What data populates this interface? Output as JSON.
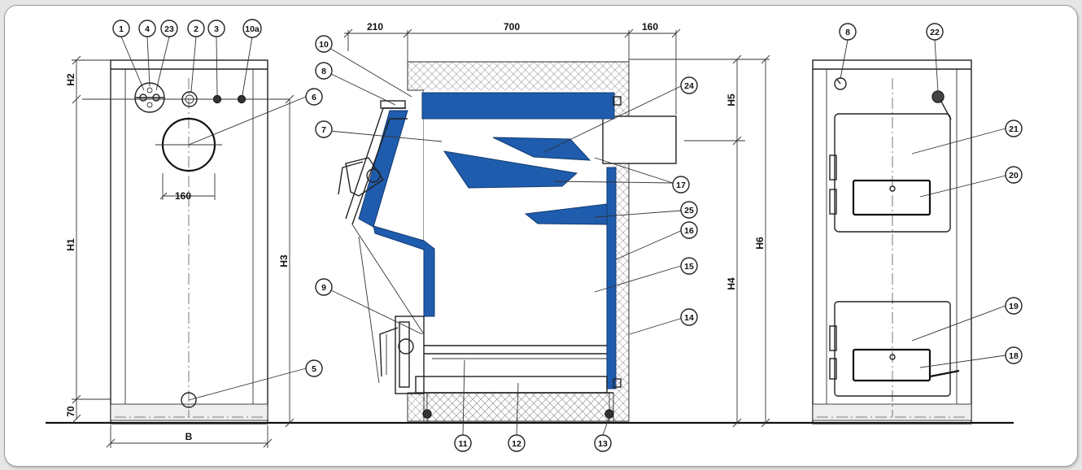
{
  "colors": {
    "accent_blue": "#1f5cad",
    "insulation_hatch": "#999999",
    "frame_border": "#9a9a9a"
  },
  "dimensions": {
    "d210": "210",
    "d700": "700",
    "d160_top": "160",
    "d160_flue": "160",
    "h1": "H1",
    "h2": "H2",
    "h3": "H3",
    "h4": "H4",
    "h5": "H5",
    "h6": "H6",
    "b": "B",
    "d70": "70"
  },
  "callouts": {
    "c1": "1",
    "c4": "4",
    "c23": "23",
    "c2": "2",
    "c3": "3",
    "c10a": "10a",
    "c6": "6",
    "c5": "5",
    "c10": "10",
    "c8": "8",
    "c7": "7",
    "c9": "9",
    "c24": "24",
    "c17": "17",
    "c25": "25",
    "c16": "16",
    "c15": "15",
    "c14": "14",
    "c11": "11",
    "c12": "12",
    "c13": "13",
    "c8r": "8",
    "c22": "22",
    "c21": "21",
    "c20": "20",
    "c19": "19",
    "c18": "18"
  }
}
